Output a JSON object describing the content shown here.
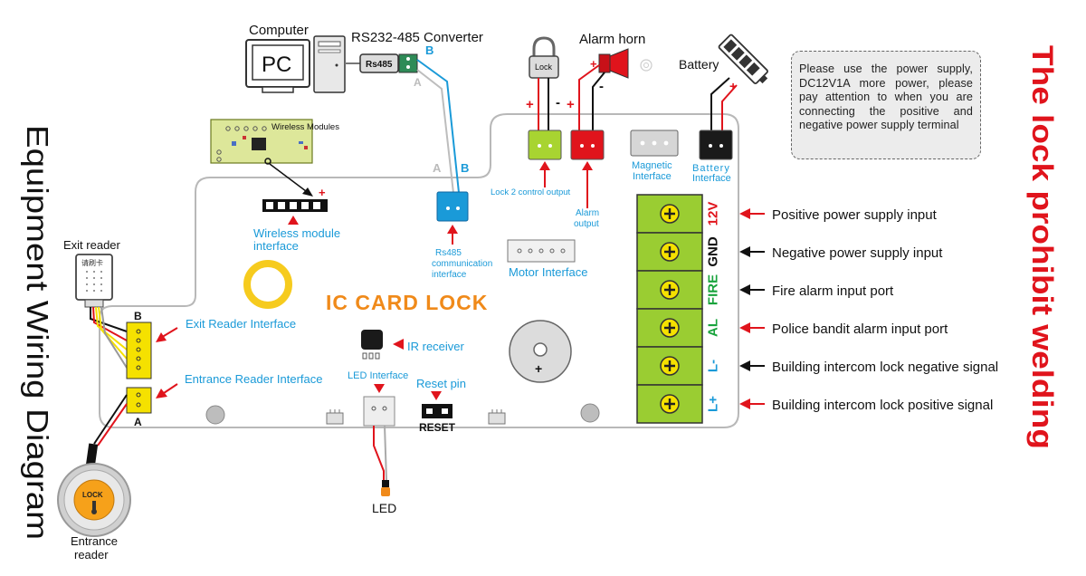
{
  "diagram": {
    "side_title": "Equipment Wiring Diagram",
    "warning_title": "The lock prohibit welding",
    "board_title": "IC CARD LOCK",
    "note_lines": [
      "Please use the power supply,",
      "DC12V1A more power, please",
      "pay attention to when you are",
      "connecting the positive and",
      "negative power supply terminal"
    ],
    "computer": {
      "label": "Computer",
      "screen_text": "PC"
    },
    "converter": {
      "label": "RS232-485 Converter",
      "body_text": "Rs485",
      "pin_b": "B",
      "pin_a": "A"
    },
    "board_pins": {
      "a": "A",
      "b": "B"
    },
    "lock_device": {
      "text": "Lock"
    },
    "alarm_horn": {
      "label": "Alarm horn"
    },
    "battery": {
      "label": "Battery"
    },
    "wireless_module": {
      "text": "Wireless Modules"
    },
    "exit_reader": {
      "label": "Exit reader",
      "face_text": "请刷卡"
    },
    "entrance_reader": {
      "label_line1": "Entrance",
      "label_line2": "reader",
      "face_text": "LOCK"
    },
    "led": {
      "label": "LED"
    },
    "interfaces": {
      "wireless_module_line1": "Wireless module",
      "wireless_module_line2": "interface",
      "rs485_line1": "Rs485",
      "rs485_line2": "communication",
      "rs485_line3": "interface",
      "motor": "Motor Interface",
      "lock2_control": "Lock 2 control output",
      "alarm_output_line1": "Alarm",
      "alarm_output_line2": "output",
      "magnetic_line1": "Magnetic",
      "magnetic_line2": "Interface",
      "battery_line1": "Battery",
      "battery_line2": "Interface",
      "exit_reader": "Exit Reader Interface",
      "entrance_reader": "Entrance Reader Interface",
      "reader_pin_b": "B",
      "reader_pin_a": "A",
      "ir_receiver": "IR receiver",
      "led_interface": "LED Interface",
      "reset_pin": "Reset pin",
      "reset_button": "RESET"
    },
    "terminal_block": [
      {
        "code": "12V",
        "color": "#e0141c",
        "description": "Positive power supply input",
        "arrow": "#e0141c"
      },
      {
        "code": "GND",
        "color": "#111111",
        "description": "Negative power supply input",
        "arrow": "#111111"
      },
      {
        "code": "FIRE",
        "color": "#18a33c",
        "description": "Fire alarm input port",
        "arrow": "#111111"
      },
      {
        "code": "AL",
        "color": "#18a33c",
        "description": "Police bandit alarm input port",
        "arrow": "#e0141c"
      },
      {
        "code": "L-",
        "color": "#1a9ad8",
        "description": "Building intercom  lock negative signal",
        "arrow": "#111111"
      },
      {
        "code": "L+",
        "color": "#1a9ad8",
        "description": "Building intercom  lock positive signal",
        "arrow": "#e0141c"
      }
    ],
    "polarity": {
      "plus": "+",
      "minus": "-"
    },
    "colors": {
      "accent_red": "#e0141c",
      "label_blue": "#1a9ad8",
      "title_orange": "#f08a1a",
      "terminal_green": "#9acd32",
      "connector_yellow": "#f5e100"
    }
  }
}
